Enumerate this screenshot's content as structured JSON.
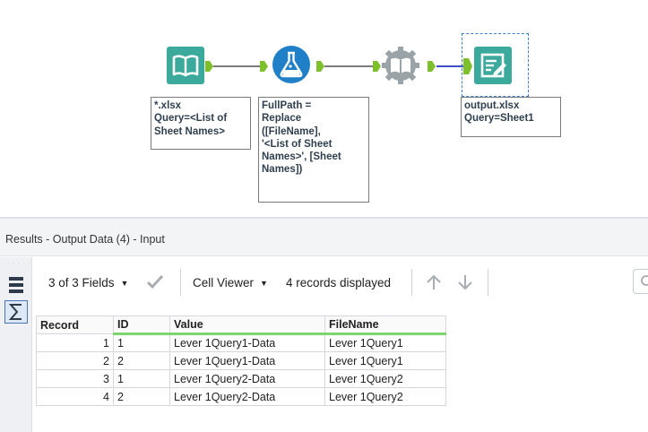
{
  "workflow": {
    "tools": [
      {
        "name": "Input Data",
        "annotation": "*.xlsx\nQuery=<List of\nSheet Names>"
      },
      {
        "name": "Formula",
        "annotation": "FullPath =\nReplace\n([FileName],\n'<List of Sheet\nNames>', [Sheet\nNames])"
      },
      {
        "name": "Dynamic Input",
        "annotation": ""
      },
      {
        "name": "Output Data",
        "annotation": "output.xlsx\nQuery=Sheet1"
      }
    ],
    "colors": {
      "book": "#3ba99c",
      "formula": "#1f80c8",
      "dynamic": "#9aa3a7",
      "output": "#3ba99c",
      "anchor": "#7ec02c",
      "output_conn": "#3b50c8"
    }
  },
  "results": {
    "header_title": "Results - Output Data (4) - Input",
    "fields_selector": "3 of 3 Fields",
    "viewer_selector": "Cell Viewer",
    "records_displayed": "4 records displayed",
    "columns": [
      "Record",
      "ID",
      "Value",
      "FileName"
    ],
    "rows": [
      [
        "1",
        "1",
        "Lever 1Query1-Data",
        "Lever 1Query1"
      ],
      [
        "2",
        "2",
        "Lever 1Query1-Data",
        "Lever 1Query1"
      ],
      [
        "3",
        "1",
        "Lever 1Query2-Data",
        "Lever 1Query2"
      ],
      [
        "4",
        "2",
        "Lever 1Query2-Data",
        "Lever 1Query2"
      ]
    ]
  }
}
